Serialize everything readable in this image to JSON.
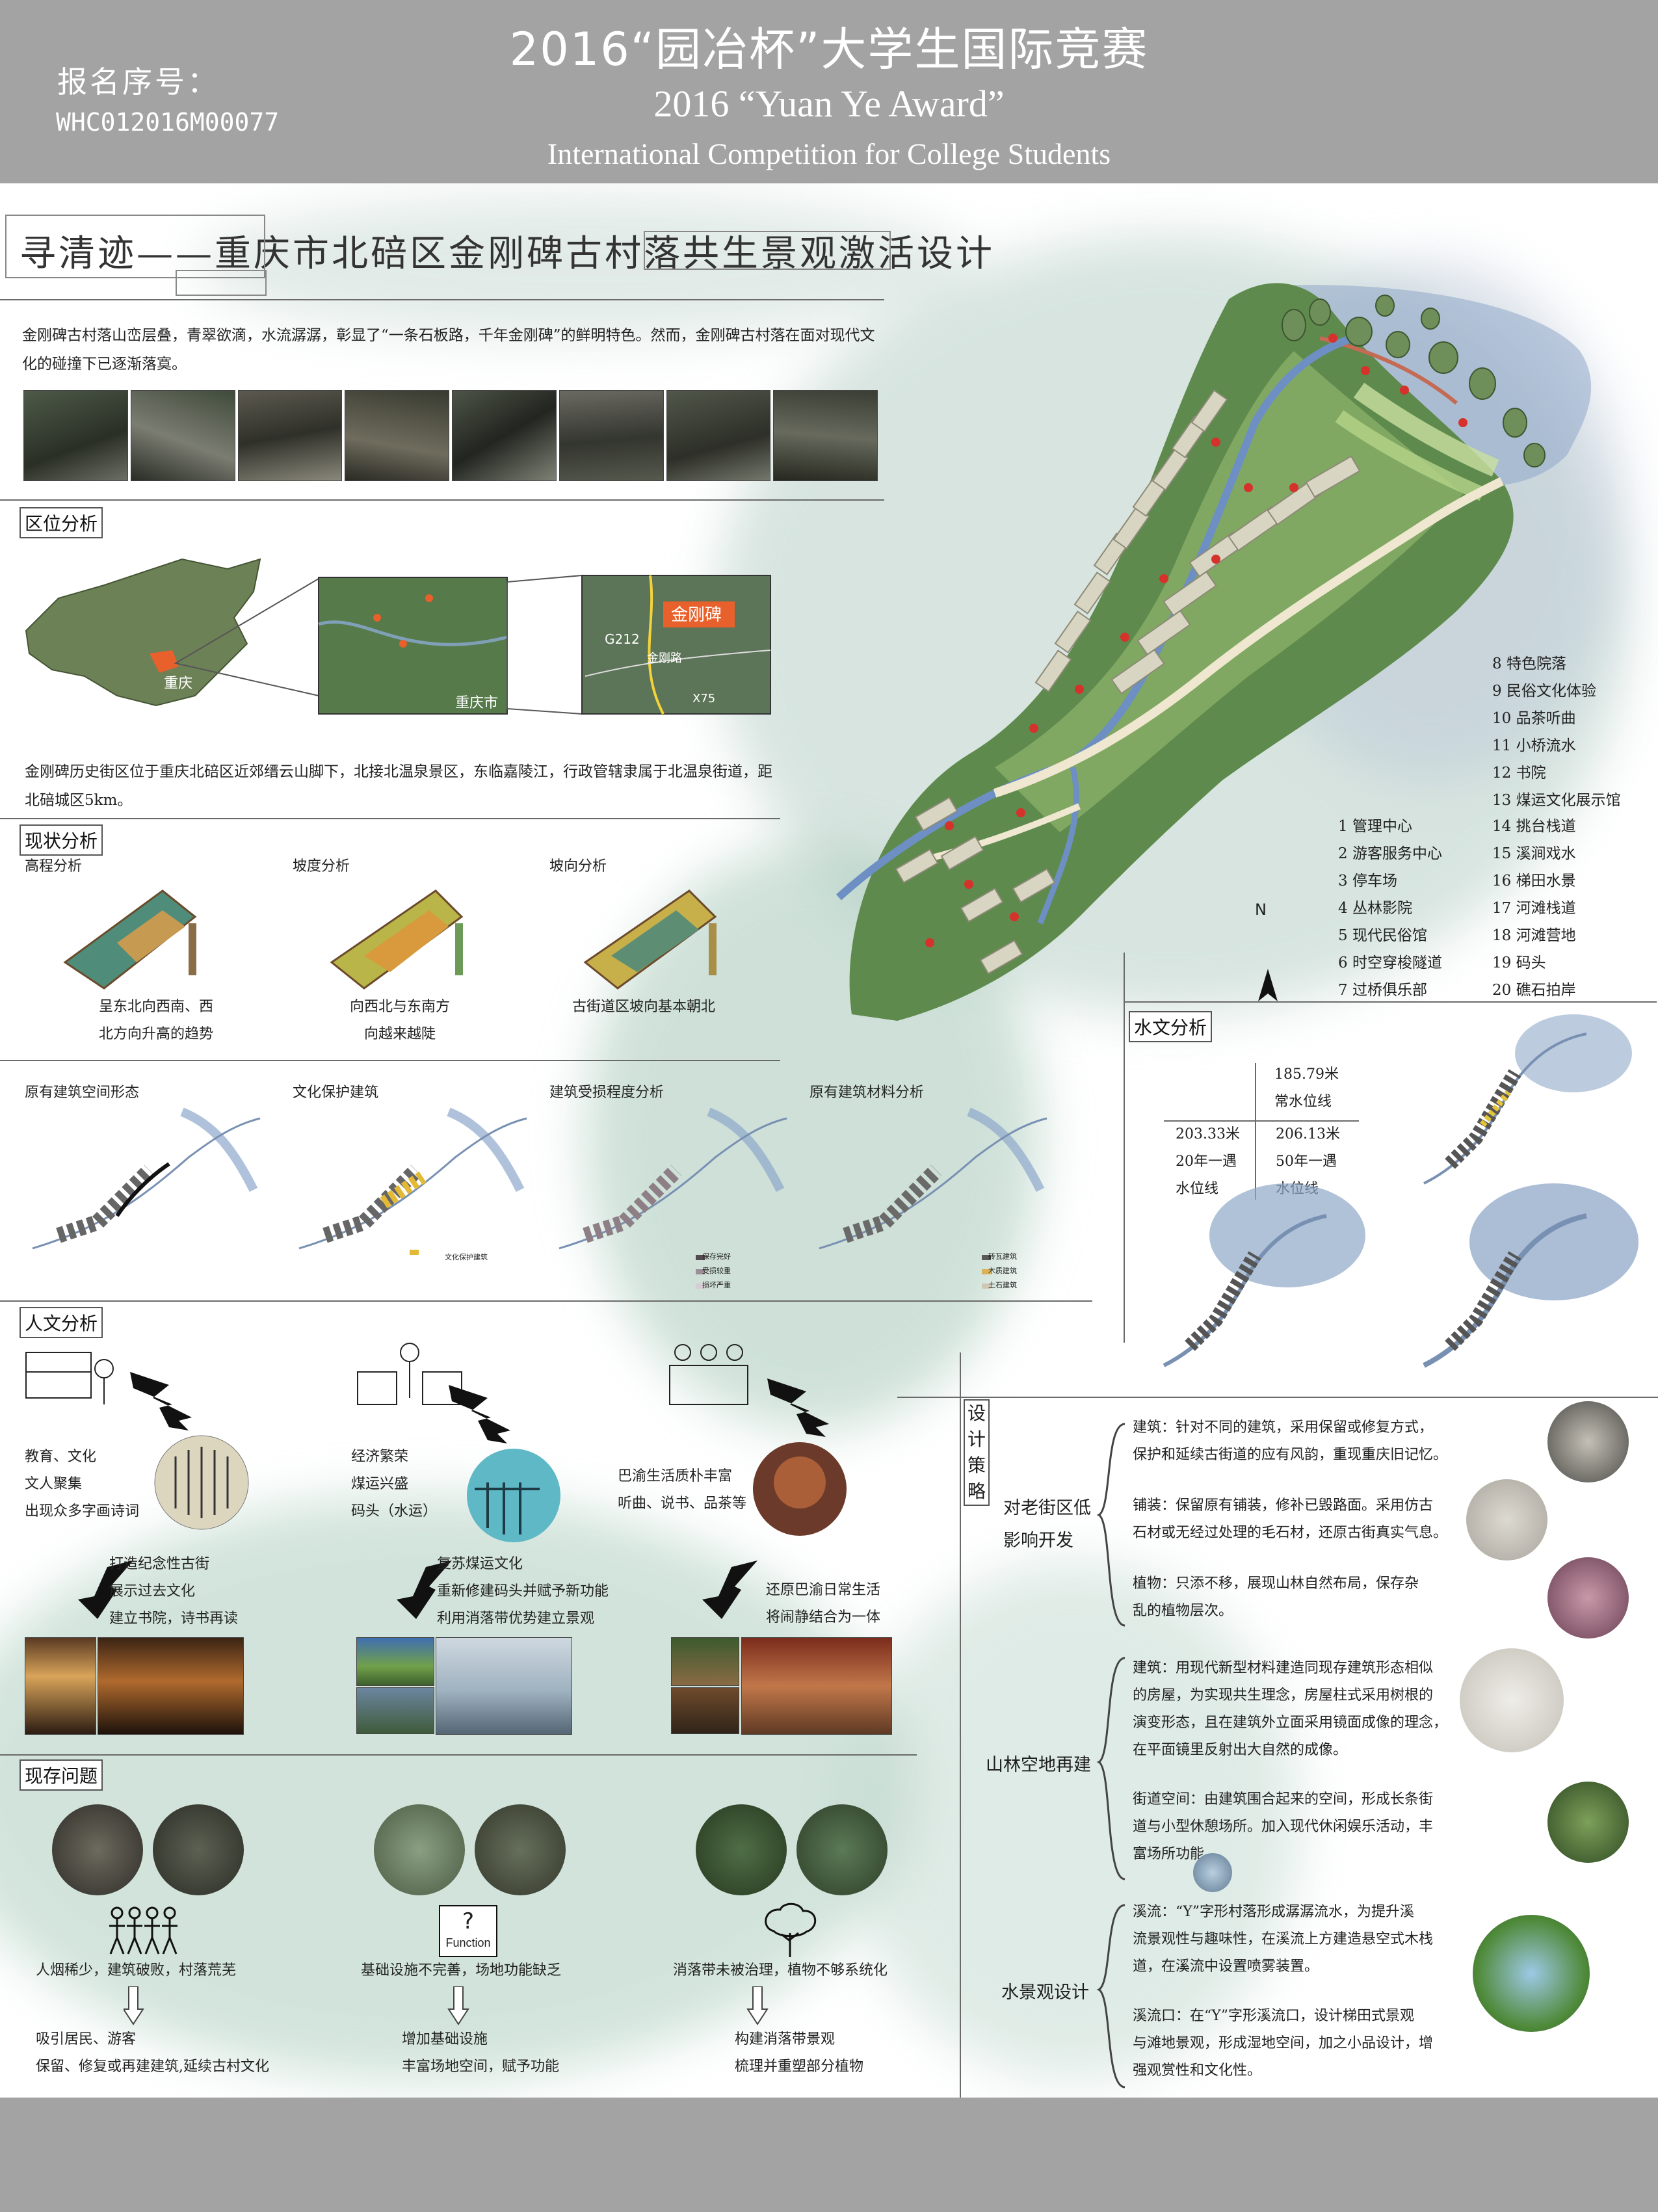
{
  "header": {
    "reg_label": "报名序号：",
    "reg_no": "WHC012016M00077",
    "title_cn": "2016“园冶杯”大学生国际竞赛",
    "title_en1": "2016 “Yuan Ye Award”",
    "title_en2": "International Competition for College Students"
  },
  "project": {
    "title": "寻清迹——重庆市北碚区金刚碑古村落共生景观激活设计",
    "intro": "金刚碑古村落山峦层叠，青翠欲滴，水流潺潺，彰显了“一条石板路，千年金刚碑”的鲜明特色。然而，金刚碑古村落在面对现代文化的碰撞下已逐渐落寞。"
  },
  "location": {
    "title": "区位分析",
    "china_label": "重庆",
    "mid_label": "重庆市",
    "tag": "金刚碑",
    "road1": "G212",
    "road2": "金刚路",
    "road3": "X75",
    "text": "金刚碑历史街区位于重庆北碚区近郊缙云山脚下，北接北温泉景区，东临嘉陵江，行政管辖隶属于北温泉街道，距北碚城区5km。"
  },
  "status": {
    "title": "现状分析",
    "items": [
      {
        "label": "高程分析",
        "caption1": "呈东北向西南、西",
        "caption2": "北方向升高的趋势"
      },
      {
        "label": "坡度分析",
        "caption1": "向西北与东南方",
        "caption2": "向越来越陡"
      },
      {
        "label": "坡向分析",
        "caption1": "古街道区坡向基本朝北",
        "caption2": ""
      }
    ]
  },
  "buildings": {
    "items": [
      {
        "label": "原有建筑空间形态",
        "legend": []
      },
      {
        "label": "文化保护建筑",
        "legend": [
          "文化保护建筑"
        ]
      },
      {
        "label": "建筑受损程度分析",
        "legend": [
          "保存完好",
          "受损较重",
          "损坏严重"
        ]
      },
      {
        "label": "原有建筑材料分析",
        "legend": [
          "砖瓦建筑",
          "木质建筑",
          "土石建筑"
        ]
      }
    ]
  },
  "humanities": {
    "title": "人文分析",
    "col1": {
      "a": "教育、文化",
      "b": "文人聚集",
      "c": "出现众多字画诗词",
      "d": "打造纪念性古街",
      "e": "展示过去文化",
      "f": "建立书院，诗书再读"
    },
    "col2": {
      "a": "经济繁荣",
      "b": "煤运兴盛",
      "c": "码头（水运）",
      "d": "复苏煤运文化",
      "e": "重新修建码头并赋予新功能",
      "f": "利用消落带优势建立景观"
    },
    "col3": {
      "a": "巴渝生活质朴丰富",
      "b": "听曲、说书、品茶等",
      "d": "还原巴渝日常生活",
      "e": "将闹静结合为一体"
    }
  },
  "problems": {
    "title": "现存问题",
    "col1": {
      "issue": "人烟稀少，建筑破败，村落荒芜",
      "fix1": "吸引居民、游客",
      "fix2": "保留、修复或再建建筑,延续古村文化"
    },
    "col2": {
      "icon_text": "Function",
      "issue": "基础设施不完善，场地功能缺乏",
      "fix1": "增加基础设施",
      "fix2": "丰富场地空间，赋予功能"
    },
    "col3": {
      "issue": "消落带未被治理，植物不够系统化",
      "fix1": "构建消落带景观",
      "fix2": "梳理并重塑部分植物"
    }
  },
  "legend": {
    "left": [
      "1 管理中心",
      "2 游客服务中心",
      "3 停车场",
      "4 丛林影院",
      "5 现代民俗馆",
      "6 时空穿梭隧道",
      "7 过桥俱乐部"
    ],
    "mid": [
      "14 挑台栈道",
      "15 溪涧戏水",
      "16 梯田水景",
      "17 河滩栈道",
      "18 河滩营地",
      "19 码头",
      "20 礁石拍岸"
    ],
    "top": [
      "8 特色院落",
      "9 民俗文化体验",
      "10 品茶听曲",
      "11 小桥流水",
      "12 书院",
      "13 煤运文化展示馆"
    ],
    "north": "N"
  },
  "hydrology": {
    "title": "水文分析",
    "c1": "185.79米",
    "c2": "常水位线",
    "l1": "203.33米",
    "l2": "20年一遇",
    "l3": "水位线",
    "r1": "206.13米",
    "r2": "50年一遇",
    "r3": "水位线"
  },
  "strategy": {
    "title": "设计策略",
    "title_chars": [
      "设",
      "计",
      "策",
      "略"
    ],
    "s1": {
      "name1": "对老街区低",
      "name2": "影响开发",
      "p1": [
        "建筑：针对不同的建筑，采用保留或修复方式，",
        "保护和延续古街道的应有风韵，重现重庆旧记忆。"
      ],
      "p2": [
        "铺装：保留原有铺装，修补已毁路面。采用仿古",
        "石材或无经过处理的毛石材，还原古街真实气息。"
      ],
      "p3": [
        "植物：只添不移，展现山林自然布局，保存杂",
        "乱的植物层次。"
      ]
    },
    "s2": {
      "name": "山林空地再建",
      "p1": [
        "建筑：用现代新型材料建造同现存建筑形态相似",
        "的房屋，为实现共生理念，房屋柱式采用树根的",
        "演变形态，且在建筑外立面采用镜面成像的理念，",
        "在平面镜里反射出大自然的成像。"
      ],
      "p2": [
        "街道空间：由建筑围合起来的空间，形成长条街",
        "道与小型休憩场所。加入现代休闲娱乐活动，丰",
        "富场所功能。"
      ]
    },
    "s3": {
      "name": "水景观设计",
      "p1": [
        "溪流：“Y”字形村落形成潺潺流水，为提升溪",
        "流景观性与趣味性，在溪流上方建造悬空式木栈",
        "道，在溪流中设置喷雾装置。"
      ],
      "p2": [
        "溪流口：在“Y”字形溪流口，设计梯田式景观",
        "与滩地景观，形成湿地空间，加之小品设计，增",
        "强观赏性和文化性。"
      ]
    }
  },
  "colors": {
    "header_bg": "#a3a3a3",
    "accent_orange": "#e8602b",
    "water": "#9fb9d4",
    "wash_green": "#a7cabb"
  }
}
